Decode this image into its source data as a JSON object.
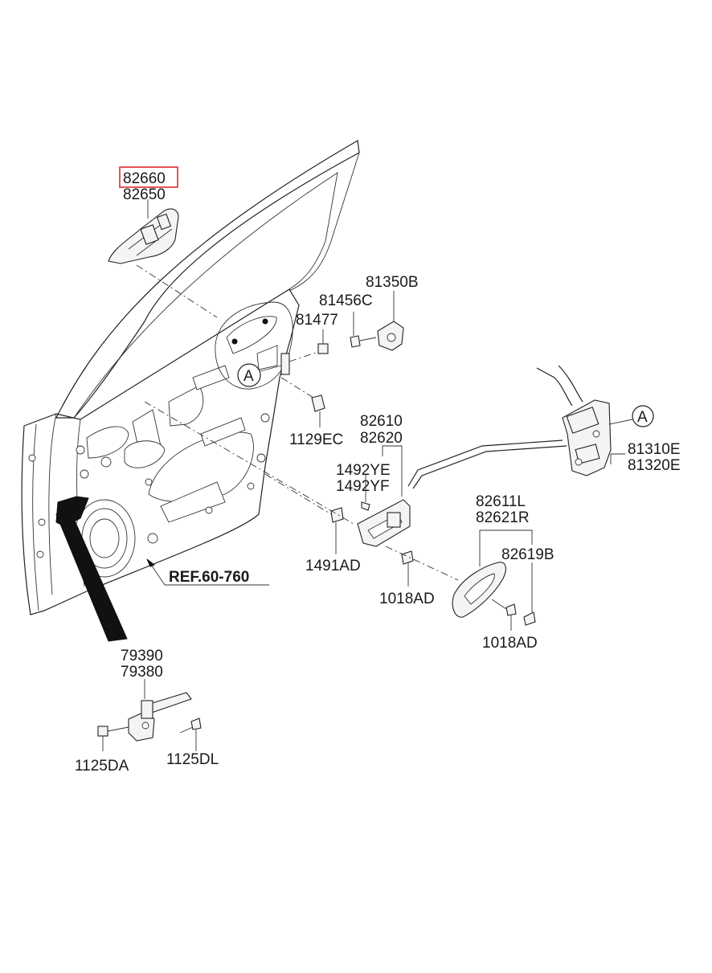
{
  "labels": {
    "handle_outer_1": "82660",
    "handle_outer_2": "82650",
    "bracket": "81350B",
    "screw_a": "81456C",
    "screw_b": "81477",
    "bolt": "1129EC",
    "callout_a": "A",
    "latch_callout_a": "A",
    "latch_1": "81310E",
    "latch_2": "81320E",
    "inner_handle_1": "82610",
    "inner_handle_2": "82620",
    "clip_1": "1492YE",
    "clip_2": "1492YF",
    "nut": "1491AD",
    "screw_c": "1018AD",
    "cover_1": "82611L",
    "cover_2": "82621R",
    "cap": "82619B",
    "screw_d": "1018AD",
    "ref": "REF.60-760",
    "checker_1": "79390",
    "checker_2": "79380",
    "bolt_a": "1125DA",
    "bolt_b": "1125DL"
  },
  "highlight": {
    "part": "82660",
    "color": "#e0282e"
  }
}
